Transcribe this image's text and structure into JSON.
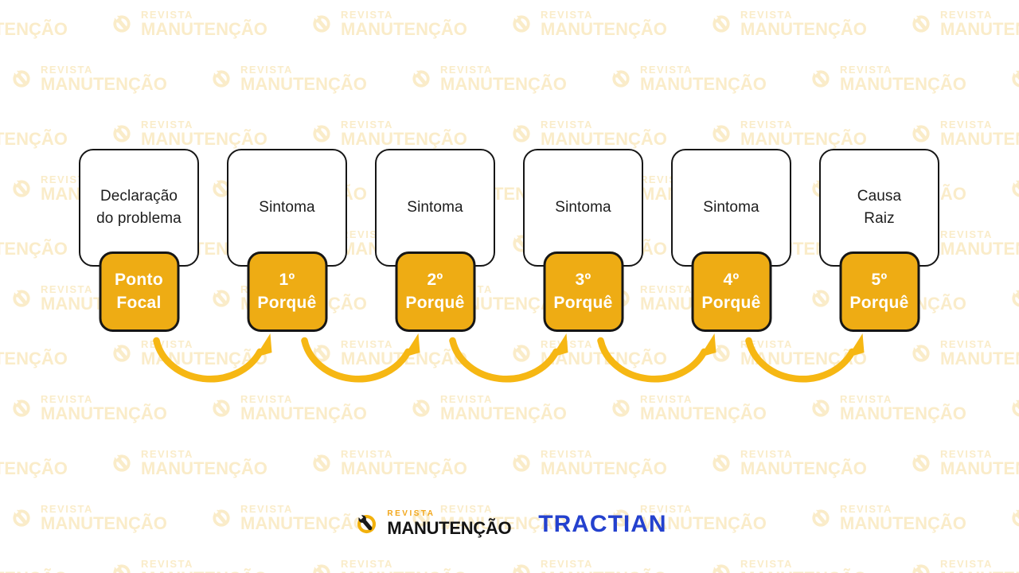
{
  "colors": {
    "badge_yellow": "#EEAC14",
    "arrow_yellow": "#F6B713",
    "watermark_yellow": "#FAECC9",
    "border_dark": "#161616",
    "text_dark": "#1D1D1D",
    "badge_text": "#FFFFFF",
    "tractian_blue": "#2441CE",
    "revista_yellow": "#F2A71C",
    "revista_black": "#141414"
  },
  "diagram": {
    "type": "five-whys-flow",
    "steps": [
      {
        "box_label": "Declaração\ndo problema",
        "badge_label": "Ponto\nFocal"
      },
      {
        "box_label": "Sintoma",
        "badge_label": "1º\nPorquê"
      },
      {
        "box_label": "Sintoma",
        "badge_label": "2º\nPorquê"
      },
      {
        "box_label": "Sintoma",
        "badge_label": "3º\nPorquê"
      },
      {
        "box_label": "Sintoma",
        "badge_label": "4º\nPorquê"
      },
      {
        "box_label": "Causa\nRaiz",
        "badge_label": "5º\nPorquê"
      }
    ],
    "arrow_count": 5
  },
  "watermark": {
    "brand_top": "REVISTA",
    "brand_bottom": "MANUTENÇÃO"
  },
  "footer": {
    "revista_logo": {
      "top": "REVISTA",
      "bottom": "MANUTENÇÃO"
    },
    "tractian_logo": "TRACTIAN"
  }
}
